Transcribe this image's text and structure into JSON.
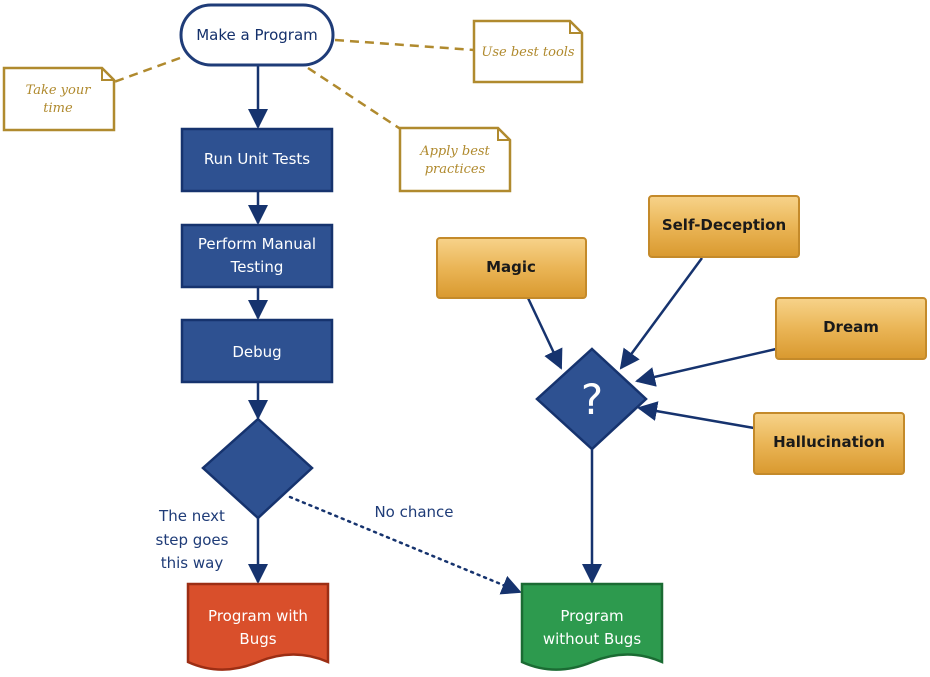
{
  "start": {
    "label": "Make a Program"
  },
  "steps": [
    {
      "label": "Run Unit Tests"
    },
    {
      "label_line1": "Perform Manual",
      "label_line2": "Testing"
    },
    {
      "label": "Debug"
    }
  ],
  "notes": [
    {
      "line1": "Use best tools"
    },
    {
      "line1": "Take your",
      "line2": "time"
    },
    {
      "line1": "Apply best",
      "line2": "practices"
    }
  ],
  "sources": [
    {
      "label": "Magic"
    },
    {
      "label": "Self-Deception"
    },
    {
      "label": "Dream"
    },
    {
      "label": "Hallucination"
    }
  ],
  "question": {
    "symbol": "?"
  },
  "edge_labels": {
    "next_step_line1": "The next",
    "next_step_line2": "step goes",
    "next_step_line3": "this way",
    "no_chance": "No chance"
  },
  "outcomes": {
    "bugs_line1": "Program with",
    "bugs_line2": "Bugs",
    "nobugs_line1": "Program",
    "nobugs_line2": "without Bugs"
  },
  "colors": {
    "navy": "#2e5191",
    "navy_border": "#16336e",
    "gold": "#e9a93f",
    "note_border": "#b08a2e",
    "red": "#d94f2b",
    "green": "#2d9a4e"
  }
}
